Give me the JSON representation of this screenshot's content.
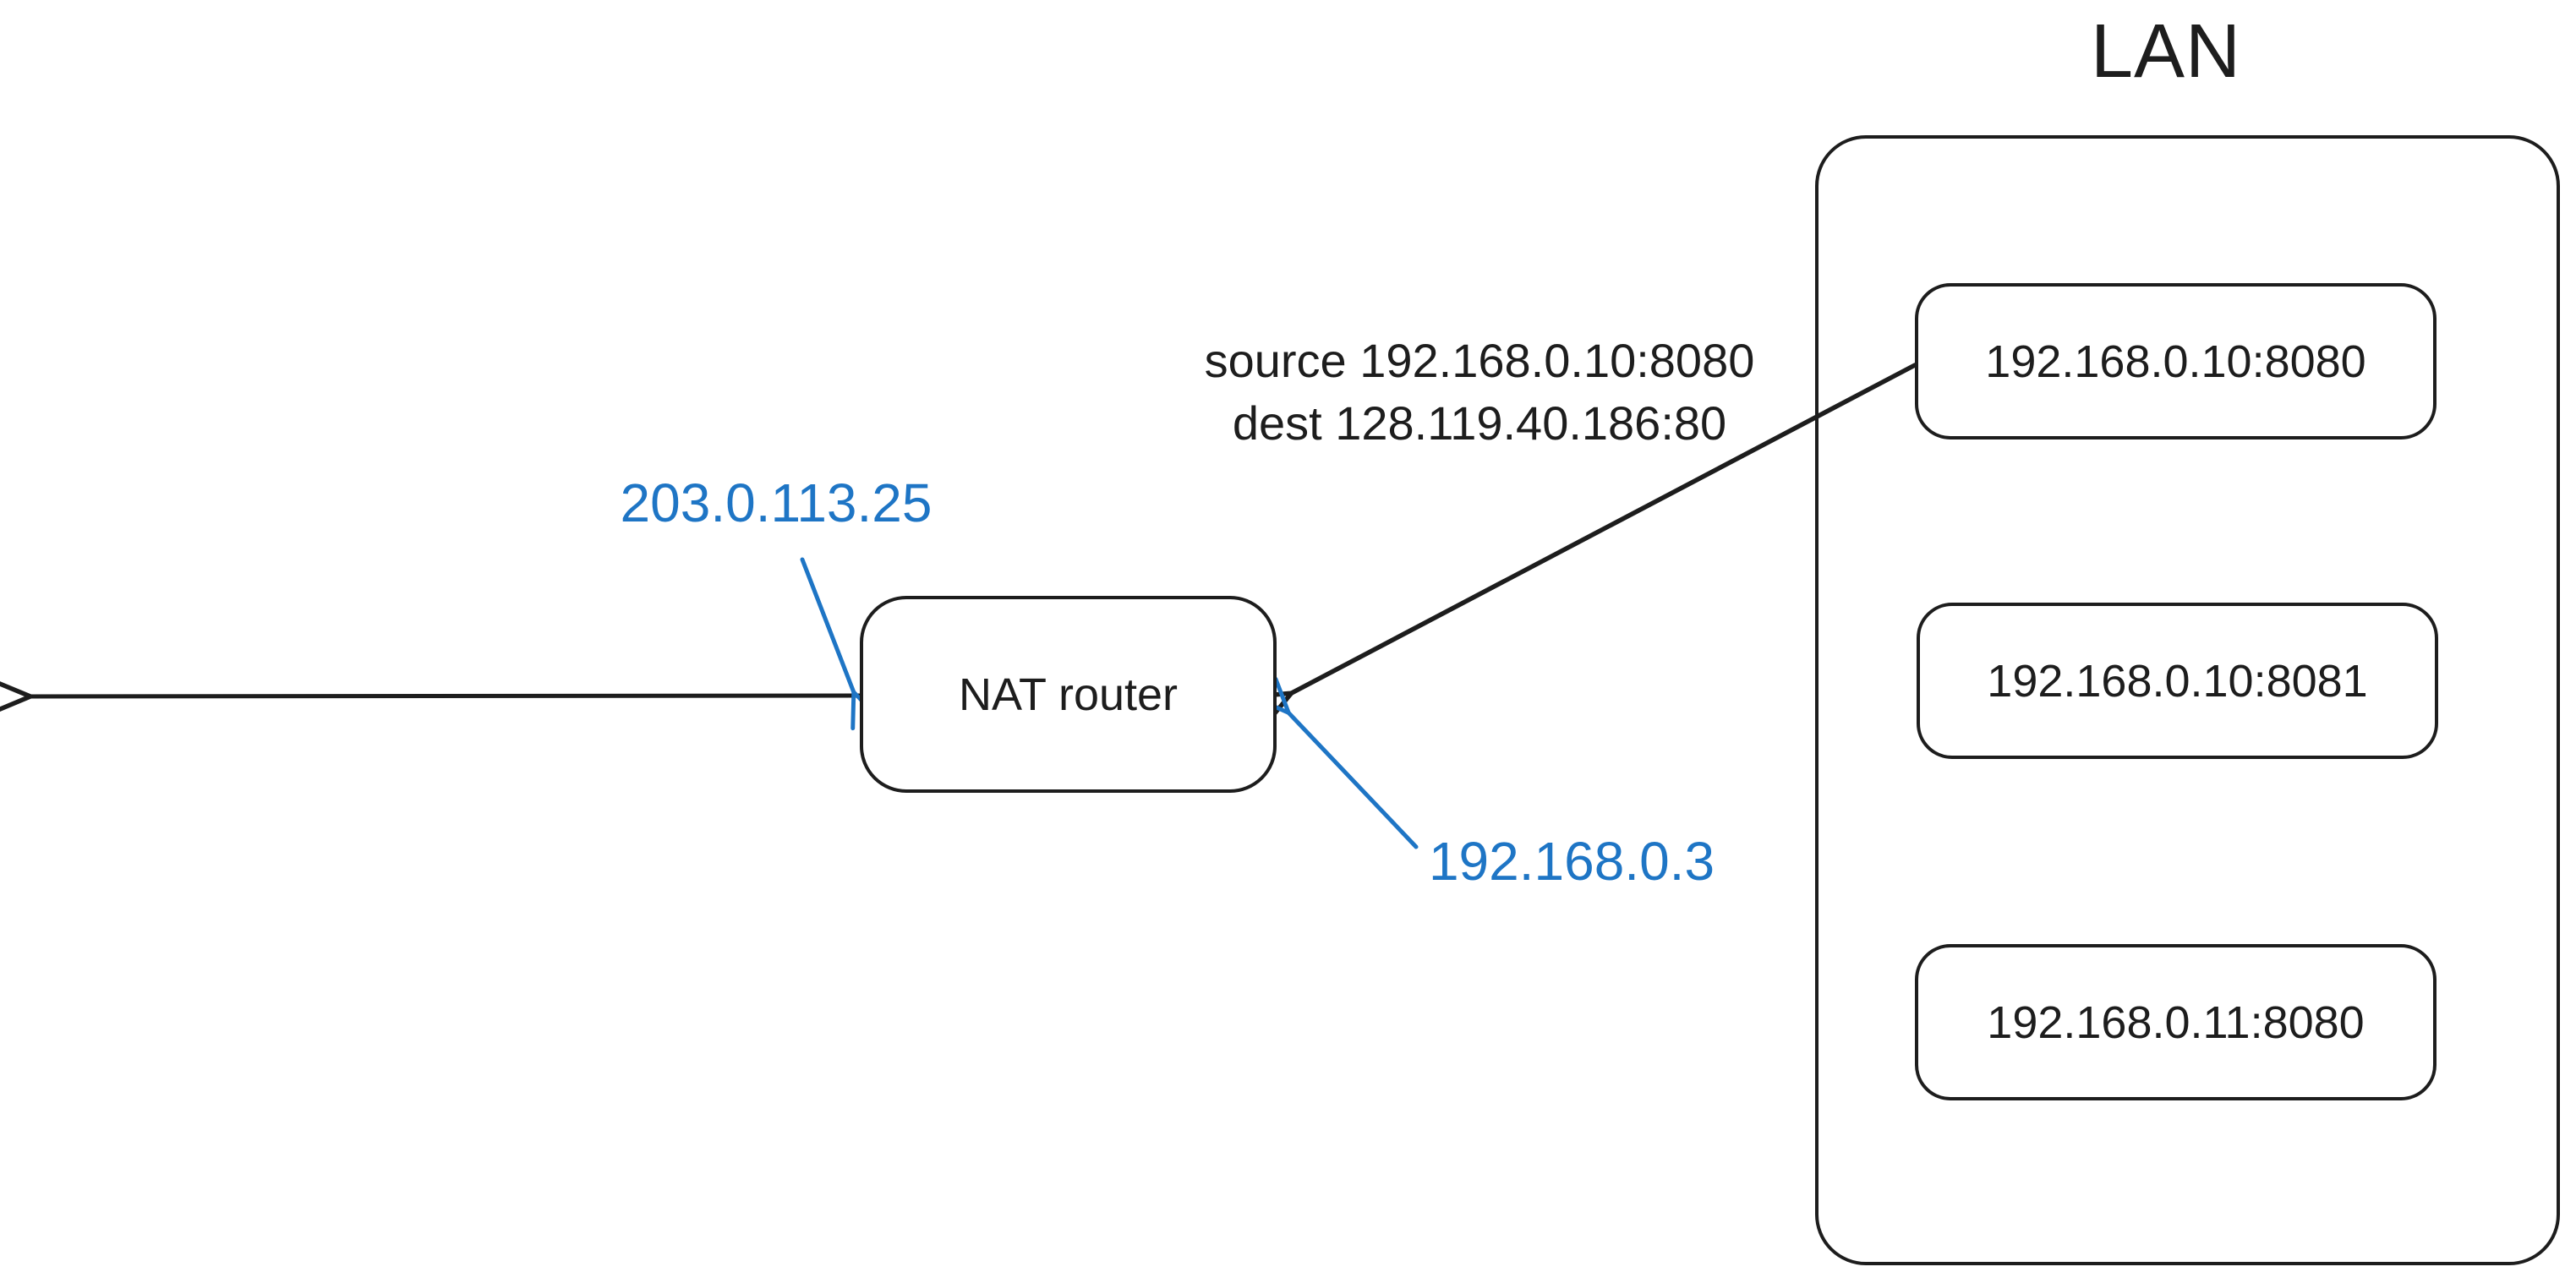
{
  "title": "LAN",
  "lan": {
    "hosts": [
      {
        "label": "192.168.0.10:8080"
      },
      {
        "label": "192.168.0.10:8081"
      },
      {
        "label": "192.168.0.11:8080"
      }
    ]
  },
  "nat": {
    "label": "NAT router",
    "public_ip": "203.0.113.25",
    "private_ip": "192.168.0.3"
  },
  "packet": {
    "source_line": "source 192.168.0.10:8080",
    "dest_line": "dest 128.119.40.186:80"
  },
  "colors": {
    "stroke_black": "#1d1d1d",
    "accent_blue": "#1e75c5"
  }
}
